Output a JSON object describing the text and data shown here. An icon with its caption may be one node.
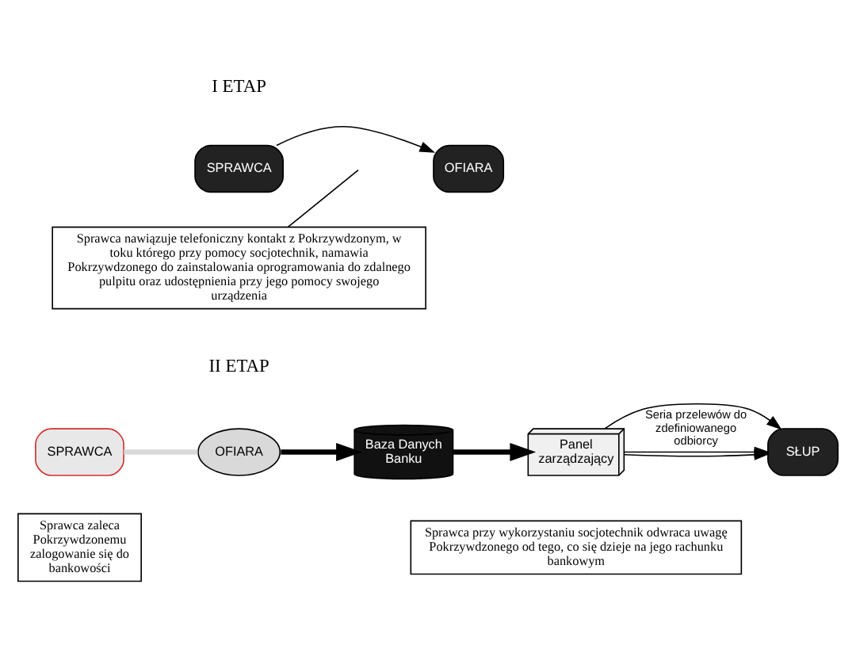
{
  "diagram": {
    "nodes": [
      {
        "text": [
          "SPRAWCA"
        ]
      },
      {
        "text": [
          "OFIARA"
        ]
      },
      {
        "text": [
          "Sprawca nawiązuje telefoniczny kontakt z Pokrzywdzonym, w toku którego przy pomocy socjotechnik, namawia Pokrzywdzonego do zainstalowania oprogramowania do zdalnego pulpitu oraz udostępnienia przy jego pomocy swojego urządzenia"
        ]
      },
      {
        "text": [
          "SPRAWCA"
        ]
      },
      {
        "text": [
          "OFIARA"
        ]
      },
      {
        "text": [
          "Baza Danych Banku"
        ]
      },
      {
        "text": [
          "Panel zarządzający"
        ]
      },
      {
        "text": [
          "SŁUP"
        ]
      },
      {
        "text": [
          "Sprawca zaleca Pokrzywdzonemu zalogowanie się do bankowości"
        ]
      },
      {
        "text": [
          "Sprawca przy wykorzystaniu socjotechnik odwraca uwagę Pokrzywdzonego od tego, co się dzieje na jego rachunku bankowym"
        ]
      }
    ],
    "edges": [
      {
        "from": 0,
        "to": 1,
        "arrow": "to"
      },
      {
        "from": 2,
        "to": null,
        "arrow": "none"
      },
      {
        "from": 3,
        "to": 4,
        "arrow": "none",
        "style": "thick",
        "color": "#d9d9d9"
      },
      {
        "from": 4,
        "to": 5,
        "arrow": "to",
        "style": "thick"
      },
      {
        "from": 5,
        "to": 6,
        "arrow": "to",
        "style": "thick"
      },
      {
        "from": 6,
        "to": 7,
        "arrow": "to"
      },
      {
        "from": 6,
        "to": 7,
        "arrow": "to"
      },
      {
        "from": 6,
        "to": 7,
        "arrow": "to",
        "label": "Seria przelewów do zdefiniowanego odbiorcy"
      }
    ],
    "labels": [
      "I ETAP",
      "II ETAP"
    ]
  }
}
